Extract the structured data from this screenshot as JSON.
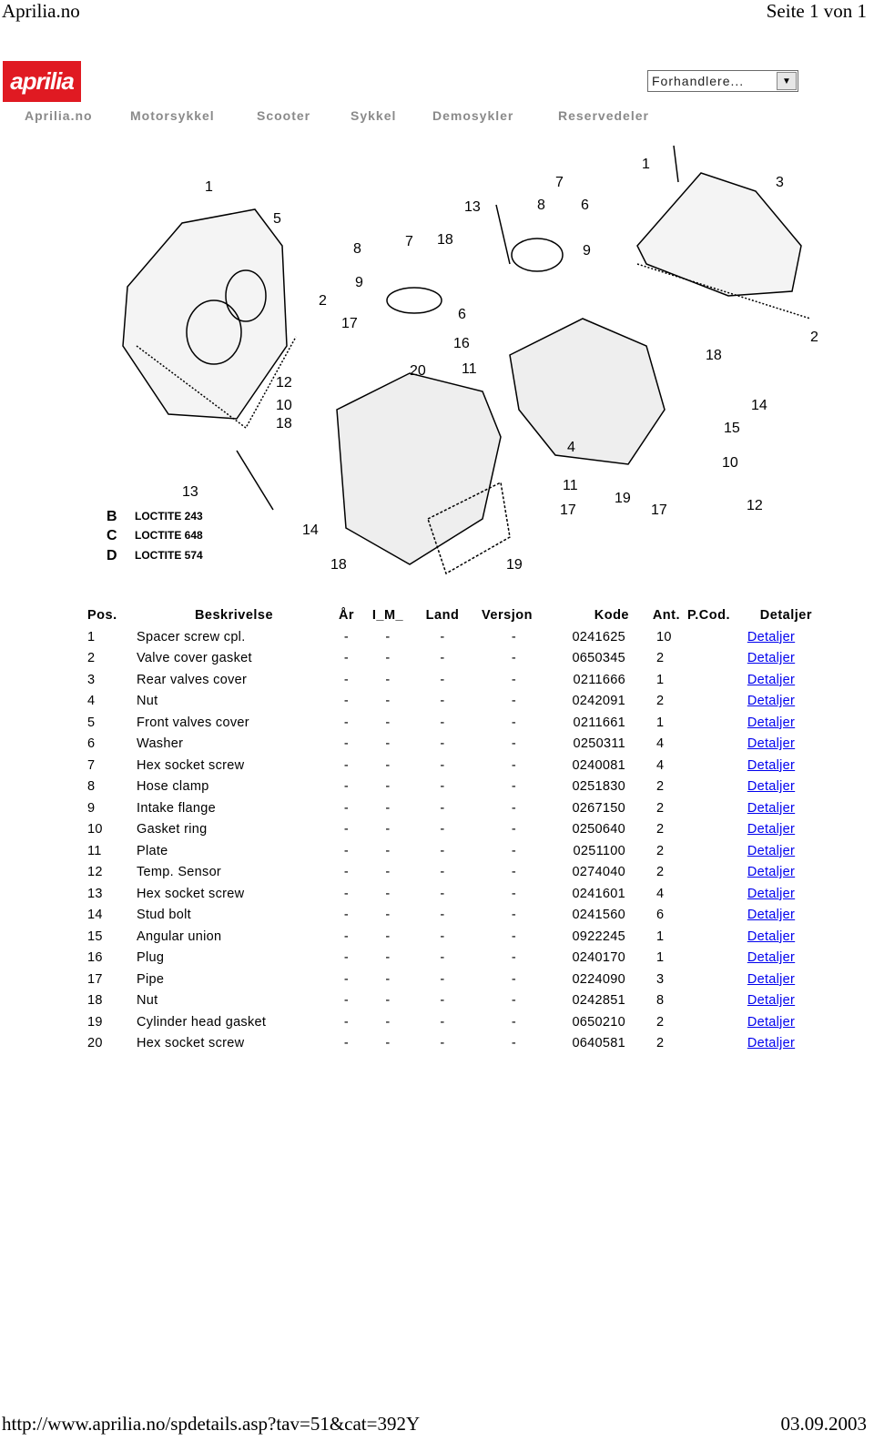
{
  "print": {
    "header_left": "Aprilia.no",
    "header_right": "Seite 1 von 1",
    "footer_left": "http://www.aprilia.no/spdetails.asp?tav=51&cat=392Y",
    "footer_right": "03.09.2003"
  },
  "brand": {
    "logo_text": "aprilia",
    "accent": "#e01a22"
  },
  "dealer_select": {
    "value": "Forhandlere..."
  },
  "nav": {
    "items": [
      "Aprilia.no",
      "Motorsykkel",
      "Scooter",
      "Sykkel",
      "Demosykler",
      "Reservedeler"
    ]
  },
  "diagram": {
    "legend": [
      {
        "symbol": "B",
        "text": "LOCTITE 243"
      },
      {
        "symbol": "C",
        "text": "LOCTITE 648"
      },
      {
        "symbol": "D",
        "text": "LOCTITE 574"
      }
    ]
  },
  "table": {
    "headers": [
      "Pos.",
      "Beskrivelse",
      "År",
      "I_M_",
      "Land",
      "Versjon",
      "Kode",
      "Ant.",
      "P.Cod.",
      "Detaljer"
    ],
    "rows": [
      {
        "pos": "1",
        "desc": "Spacer screw cpl.",
        "ar": "-",
        "im": "-",
        "land": "-",
        "ver": "-",
        "pcs": "-",
        "kode": "0241625",
        "ant": "10",
        "det": "Detaljer"
      },
      {
        "pos": "2",
        "desc": "Valve cover gasket",
        "ar": "-",
        "im": "-",
        "land": "-",
        "ver": "-",
        "pcs": "-",
        "kode": "0650345",
        "ant": "2",
        "det": "Detaljer"
      },
      {
        "pos": "3",
        "desc": "Rear valves cover",
        "ar": "-",
        "im": "-",
        "land": "-",
        "ver": "-",
        "pcs": "-",
        "kode": "0211666",
        "ant": "1",
        "det": "Detaljer"
      },
      {
        "pos": "4",
        "desc": "Nut",
        "ar": "-",
        "im": "-",
        "land": "-",
        "ver": "-",
        "pcs": "-",
        "kode": "0242091",
        "ant": "2",
        "det": "Detaljer"
      },
      {
        "pos": "5",
        "desc": "Front valves cover",
        "ar": "-",
        "im": "-",
        "land": "-",
        "ver": "-",
        "pcs": "-",
        "kode": "0211661",
        "ant": "1",
        "det": "Detaljer"
      },
      {
        "pos": "6",
        "desc": "Washer",
        "ar": "-",
        "im": "-",
        "land": "-",
        "ver": "-",
        "pcs": "-",
        "kode": "0250311",
        "ant": "4",
        "det": "Detaljer"
      },
      {
        "pos": "7",
        "desc": "Hex socket screw",
        "ar": "-",
        "im": "-",
        "land": "-",
        "ver": "-",
        "pcs": "-",
        "kode": "0240081",
        "ant": "4",
        "det": "Detaljer"
      },
      {
        "pos": "8",
        "desc": "Hose clamp",
        "ar": "-",
        "im": "-",
        "land": "-",
        "ver": "-",
        "pcs": "-",
        "kode": "0251830",
        "ant": "2",
        "det": "Detaljer"
      },
      {
        "pos": "9",
        "desc": "Intake flange",
        "ar": "-",
        "im": "-",
        "land": "-",
        "ver": "-",
        "pcs": "-",
        "kode": "0267150",
        "ant": "2",
        "det": "Detaljer"
      },
      {
        "pos": "10",
        "desc": "Gasket ring",
        "ar": "-",
        "im": "-",
        "land": "-",
        "ver": "-",
        "pcs": "-",
        "kode": "0250640",
        "ant": "2",
        "det": "Detaljer"
      },
      {
        "pos": "11",
        "desc": "Plate",
        "ar": "-",
        "im": "-",
        "land": "-",
        "ver": "-",
        "pcs": "-",
        "kode": "0251100",
        "ant": "2",
        "det": "Detaljer"
      },
      {
        "pos": "12",
        "desc": "Temp. Sensor",
        "ar": "-",
        "im": "-",
        "land": "-",
        "ver": "-",
        "pcs": "-",
        "kode": "0274040",
        "ant": "2",
        "det": "Detaljer"
      },
      {
        "pos": "13",
        "desc": "Hex socket screw",
        "ar": "-",
        "im": "-",
        "land": "-",
        "ver": "-",
        "pcs": "-",
        "kode": "0241601",
        "ant": "4",
        "det": "Detaljer"
      },
      {
        "pos": "14",
        "desc": "Stud bolt",
        "ar": "-",
        "im": "-",
        "land": "-",
        "ver": "-",
        "pcs": "-",
        "kode": "0241560",
        "ant": "6",
        "det": "Detaljer"
      },
      {
        "pos": "15",
        "desc": "Angular union",
        "ar": "-",
        "im": "-",
        "land": "-",
        "ver": "-",
        "pcs": "-",
        "kode": "0922245",
        "ant": "1",
        "det": "Detaljer"
      },
      {
        "pos": "16",
        "desc": "Plug",
        "ar": "-",
        "im": "-",
        "land": "-",
        "ver": "-",
        "pcs": "-",
        "kode": "0240170",
        "ant": "1",
        "det": "Detaljer"
      },
      {
        "pos": "17",
        "desc": "Pipe",
        "ar": "-",
        "im": "-",
        "land": "-",
        "ver": "-",
        "pcs": "-",
        "kode": "0224090",
        "ant": "3",
        "det": "Detaljer"
      },
      {
        "pos": "18",
        "desc": "Nut",
        "ar": "-",
        "im": "-",
        "land": "-",
        "ver": "-",
        "pcs": "-",
        "kode": "0242851",
        "ant": "8",
        "det": "Detaljer"
      },
      {
        "pos": "19",
        "desc": "Cylinder head gasket",
        "ar": "-",
        "im": "-",
        "land": "-",
        "ver": "-",
        "pcs": "-",
        "kode": "0650210",
        "ant": "2",
        "det": "Detaljer"
      },
      {
        "pos": "20",
        "desc": "Hex socket screw",
        "ar": "-",
        "im": "-",
        "land": "-",
        "ver": "-",
        "pcs": "-",
        "kode": "0640581",
        "ant": "2",
        "det": "Detaljer"
      }
    ]
  }
}
